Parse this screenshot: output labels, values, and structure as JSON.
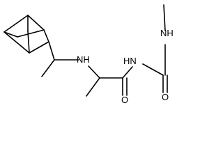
{
  "structure": {
    "atoms": {
      "n_amine": "NH",
      "n_amide": "HN",
      "n_methyl": "NH",
      "o_amide": "O",
      "o_urea": "O"
    },
    "colors": {
      "bond": "#000000",
      "label": "#000000",
      "background": "#ffffff"
    }
  }
}
